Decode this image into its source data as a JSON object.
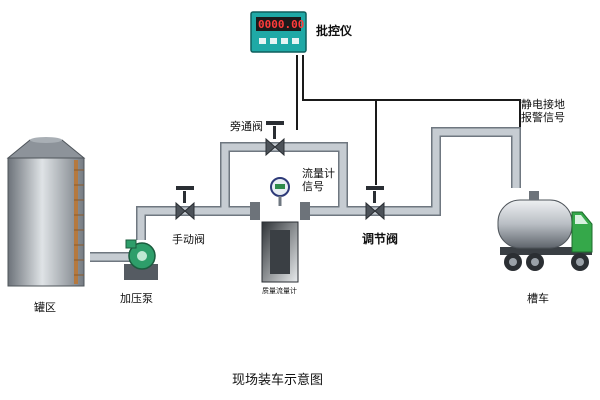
{
  "labels": {
    "controller": "批控仪",
    "bypass_valve": "旁通阀",
    "flow_signal_1": "流量计",
    "flow_signal_2": "信号",
    "static_1": "静电接地",
    "static_2": "报警信号",
    "manual_valve": "手动阀",
    "control_valve": "调节阀",
    "mass_flowmeter": "质量流量计",
    "tank_area": "罐区",
    "booster_pump": "加压泵",
    "tanker_truck": "槽车",
    "caption": "现场装车示意图"
  },
  "controller_display": "0000.00",
  "colors": {
    "pipe": "#b9c0c8",
    "pipe_edge": "#6f7780",
    "controller_body": "#1fa9a6",
    "tank_stripe": "#b5793f",
    "pump": "#2e9e6a",
    "truck_cab": "#35a84a"
  }
}
